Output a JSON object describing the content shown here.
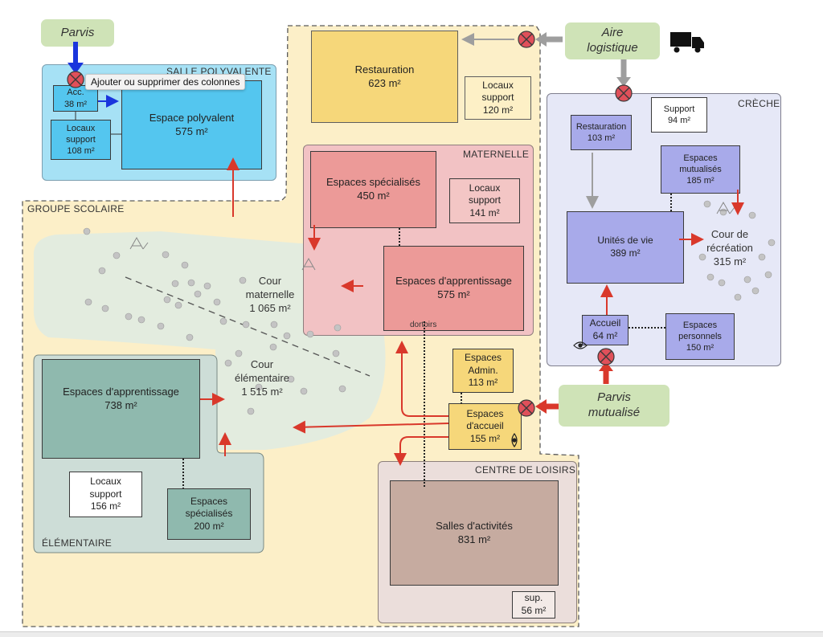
{
  "zones": {
    "groupe_scolaire": "GROUPE SCOLAIRE",
    "salle_polyvalente": "SALLE POLYVALENTE",
    "maternelle": "MATERNELLE",
    "creche": "CRÈCHE",
    "elementaire": "ÉLÉMENTAIRE",
    "centre_loisirs": "CENTRE DE LOISIRS"
  },
  "tags": {
    "parvis": "Parvis",
    "aire_logistique": [
      "Aire",
      "logistique"
    ],
    "parvis_mutualise": [
      "Parvis",
      "mutualisé"
    ]
  },
  "tooltip": "Ajouter ou supprimer des colonnes",
  "spaces": {
    "restauration": {
      "name": "Restauration",
      "area": "623 m²"
    },
    "locaux_support_top": {
      "name": [
        "Locaux",
        "support"
      ],
      "area": "120 m²"
    },
    "acc": {
      "name": "Acc.",
      "area": "38 m²"
    },
    "espace_polyvalent": {
      "name": "Espace polyvalent",
      "area": "575 m²"
    },
    "locaux_support_sp": {
      "name": [
        "Locaux",
        "support"
      ],
      "area": "108 m²"
    },
    "esp_specialises_mat": {
      "name": "Espaces spécialisés",
      "area": "450 m²"
    },
    "locaux_support_mat": {
      "name": [
        "Locaux",
        "support"
      ],
      "area": "141 m²"
    },
    "esp_apprentissage_mat": {
      "name": "Espaces d'apprentissage",
      "area": "575 m²"
    },
    "dortoirs": "dortoirs",
    "cour_maternelle": {
      "name": [
        "Cour",
        "maternelle"
      ],
      "area": "1 065 m²"
    },
    "cour_elementaire": {
      "name": [
        "Cour",
        "élémentaire"
      ],
      "area": "1 515 m²"
    },
    "esp_apprentissage_elem": {
      "name": "Espaces d'apprentissage",
      "area": "738 m²"
    },
    "locaux_support_elem": {
      "name": [
        "Locaux",
        "support"
      ],
      "area": "156 m²"
    },
    "esp_specialises_elem": {
      "name": [
        "Espaces",
        "spécialisés"
      ],
      "area": "200 m²"
    },
    "espaces_admin": {
      "name": [
        "Espaces",
        "Admin."
      ],
      "area": "113 m²"
    },
    "espaces_accueil": {
      "name": [
        "Espaces",
        "d'accueil"
      ],
      "area": "155 m²"
    },
    "salles_activites": {
      "name": "Salles d'activités",
      "area": "831 m²"
    },
    "sup": {
      "name": "sup.",
      "area": "56 m²"
    },
    "support_creche": {
      "name": "Support",
      "area": "94 m²"
    },
    "restauration_creche": {
      "name": "Restauration",
      "area": "103 m²"
    },
    "esp_mutualises": {
      "name": "Espaces mutualisés",
      "area": "185 m²"
    },
    "unites_de_vie": {
      "name": "Unités de vie",
      "area": "389 m²"
    },
    "cour_recreation": {
      "name": [
        "Cour de",
        "récréation"
      ],
      "area": "315 m²"
    },
    "accueil_creche": {
      "name": "Accueil",
      "area": "64 m²"
    },
    "esp_personnels": {
      "name": [
        "Espaces",
        "personnels"
      ],
      "area": "150 m²"
    }
  },
  "colors": {
    "yellow_zone": "#fcefc8",
    "salle_polyvalente_zone": "#a6e1f5",
    "salle_polyvalente_box": "#54c6ef",
    "maternelle_zone": "#f2c2c4",
    "maternelle_box": "#ec9a98",
    "creche_zone": "#e6e8f7",
    "creche_box": "#a8aaea",
    "elementaire_zone": "#cdddd7",
    "elementaire_box": "#8fb9ae",
    "centre_loisirs_zone": "#ebdedb",
    "centre_loisirs_box": "#c6aba0",
    "restauration_box": "#f6d77a",
    "cour_green": "#e3ecdf",
    "tag_green": "#cfe3b7",
    "arrow_red": "#d9382b",
    "arrow_blue": "#1a35dd",
    "arrow_grey": "#9e9e9e"
  }
}
